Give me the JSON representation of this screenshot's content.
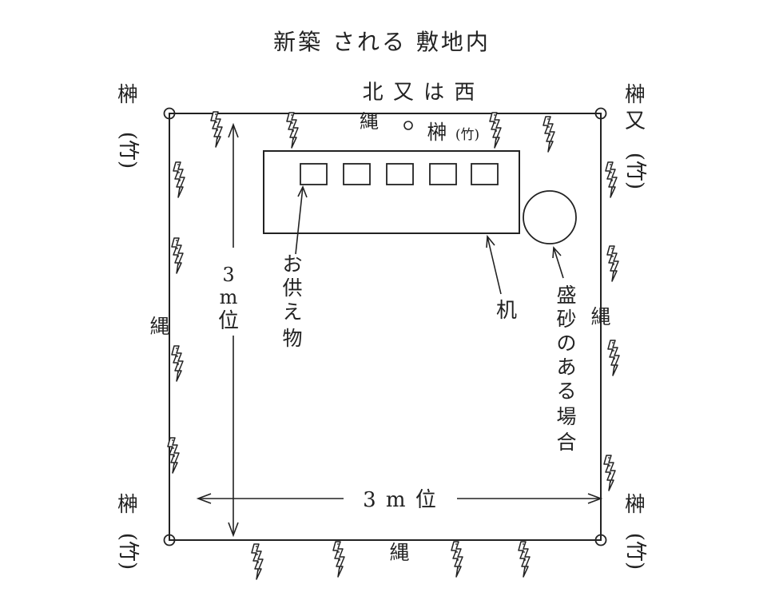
{
  "title": "新築 される 敷地内",
  "north_label": "北 又 は 西",
  "sakaki": "榊",
  "take_paren": "(竹)",
  "take_small": "(竹)",
  "or_kanji": "又",
  "rope": "縄",
  "offering": [
    "お",
    "供",
    "え",
    "物"
  ],
  "desk": "机",
  "morizuna": [
    "盛",
    "砂",
    "の",
    "あ",
    "る",
    "場",
    "合"
  ],
  "dim_vertical": [
    "3",
    "m",
    "位"
  ],
  "dim_horizontal": "3 m 位",
  "colors": {
    "line": "#222222",
    "background": "#ffffff"
  }
}
